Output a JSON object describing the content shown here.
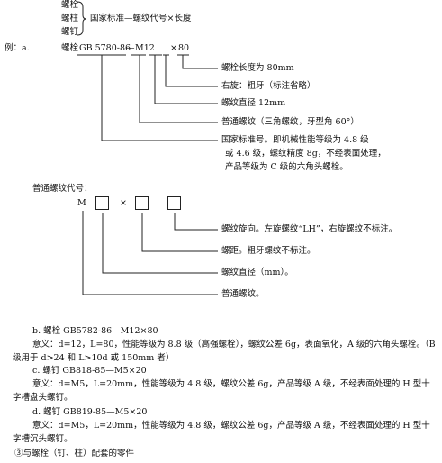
{
  "formula": {
    "items": [
      "螺栓",
      "螺柱",
      "螺钉"
    ],
    "rule": "国家标准—螺纹代号×长度"
  },
  "example_a": {
    "label": "例：a.",
    "part": "螺栓",
    "std": "GB 5780-86",
    "dash": "—",
    "thread": "M12",
    "times": "×",
    "length": "80",
    "notes": [
      "螺栓长度为 80mm",
      "右旋：粗牙（标注省略）",
      "螺纹直径 12mm",
      "普通螺纹（三角螺纹，牙型角 60°）",
      "国家标准号。即机械性能等级为 4.8 级",
      "或 4.6 级，螺纹精度 8g，不经表面处理，",
      "产品等级为 C 级的六角头螺栓。"
    ]
  },
  "thread_code": {
    "title": "普通螺纹代号：",
    "m": "M",
    "times": "×",
    "notes": [
      "螺纹旋向。左旋螺纹“LH”，右旋螺纹不标注。",
      "螺距。粗牙螺纹不标注。",
      "螺纹直径（mm）。",
      "普通螺纹。"
    ]
  },
  "examples": [
    {
      "head": "b. 螺栓 GB5782-86—M12×80",
      "body": "意义：d=12，L=80，性能等级为 8.8 级（高强螺栓），螺纹公差 6g，表面氧化，A 级的六角头螺栓。（B 级用于 d>24 和 L>10d 或 150mm 者）"
    },
    {
      "head": "c. 螺钉 GB818-85—M5×20",
      "body": "意义：d=M5，L=20mm，性能等级为 4.8 级，螺纹公差 6g，产品等级 A 级，不经表面处理的 H 型十字槽盘头螺钉。"
    },
    {
      "head": "d. 螺钉 GB819-85—M5×20",
      "body": "意义：d=M5，L=20mm，性能等级为 4.8 级，螺纹公差 6g，产品等级 A 级，不经表面处理的 H 型十字槽沉头螺钉。"
    }
  ],
  "footer": "③与螺栓（钉、柱）配套的零件"
}
